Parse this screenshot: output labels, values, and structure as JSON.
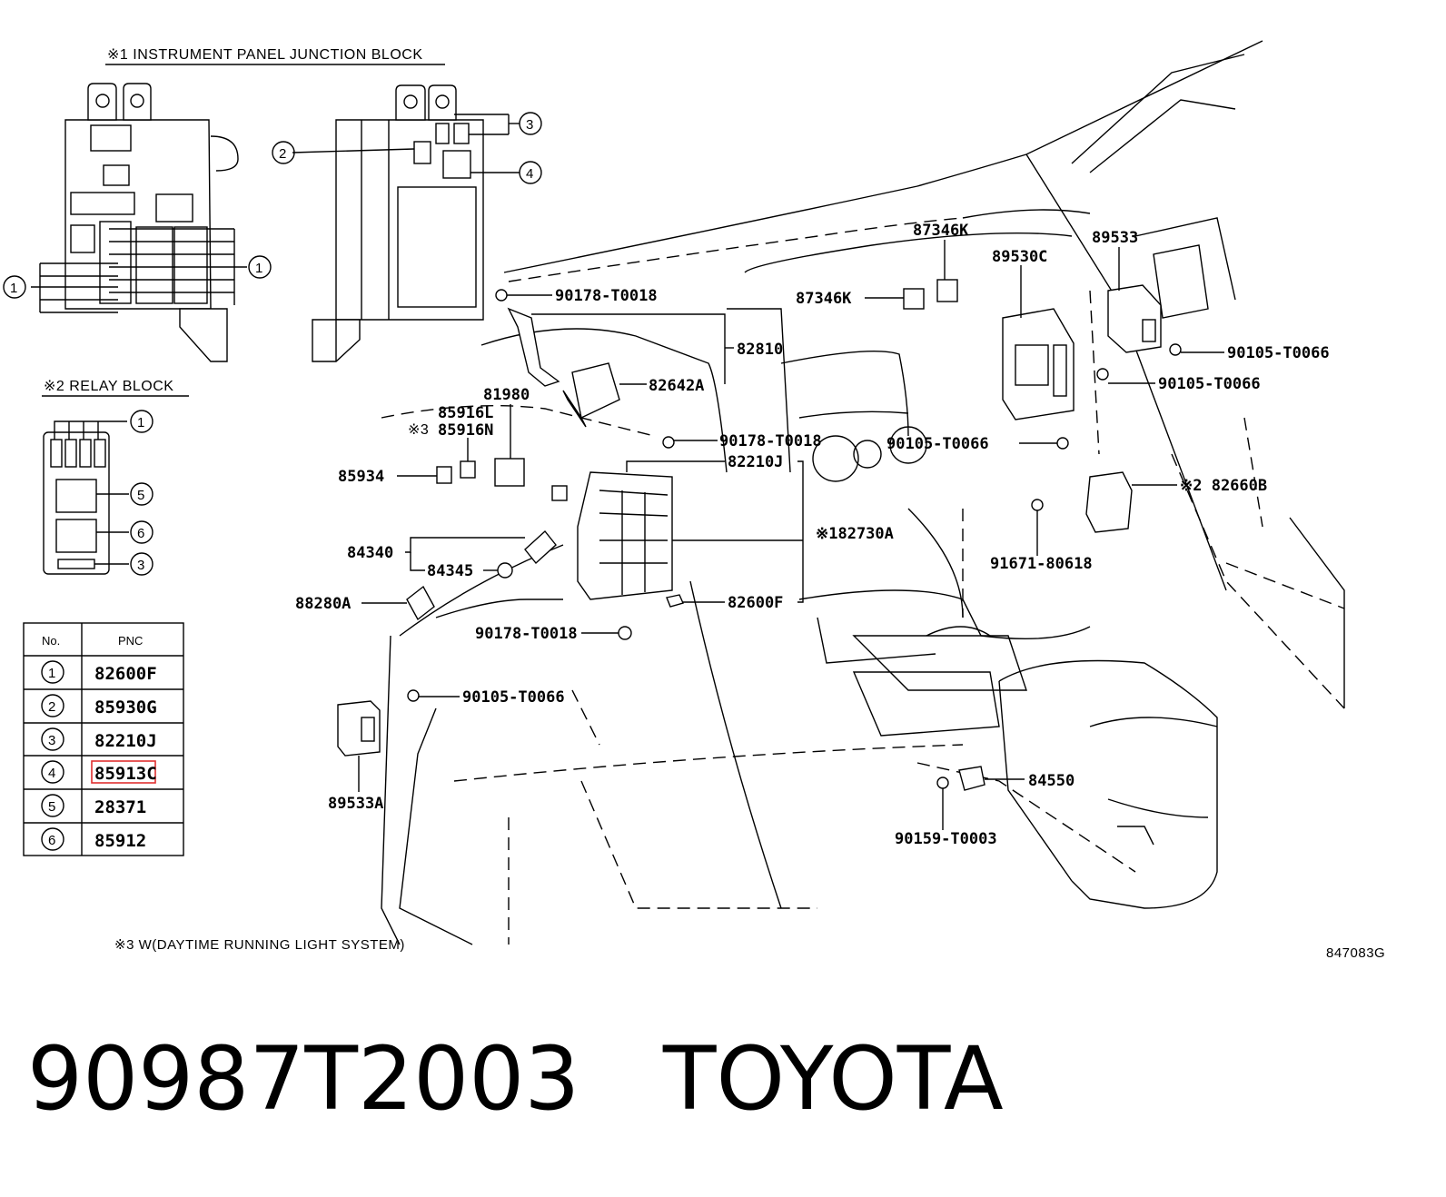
{
  "headings": {
    "junction_block": "※1 INSTRUMENT PANEL JUNCTION BLOCK",
    "relay_block": "※2 RELAY BLOCK",
    "note3": "※3 W(DAYTIME RUNNING LIGHT SYSTEM)",
    "drawing_no": "847083G"
  },
  "callouts": {
    "c1": "1",
    "c2": "2",
    "c3": "3",
    "c4": "4",
    "c5": "5",
    "c6": "6"
  },
  "labels": {
    "l90178_a": "90178-T0018",
    "l82810": "82810",
    "l82642A": "82642A",
    "l81980": "81980",
    "l85916L": "85916L",
    "l85916N": "85916N",
    "l85934": "85934",
    "l90178_b": "90178-T0018",
    "l82210J": "82210J",
    "l82730A": "※182730A",
    "l84340": "84340",
    "l84345": "84345",
    "l82600F": "82600F",
    "l88280A": "88280A",
    "l90178_c": "90178-T0018",
    "l90105_a": "90105-T0066",
    "l89533A": "89533A",
    "l87346K_a": "87346K",
    "l87346K_b": "87346K",
    "l89530C": "89530C",
    "l89533": "89533",
    "l90105_b": "90105-T0066",
    "l90105_c": "90105-T0066",
    "l90105_d": "90105-T0066",
    "l82660B": "※2 82660B",
    "l91671": "91671-80618",
    "l84550": "84550",
    "l90159": "90159-T0003",
    "l3mark": "※3"
  },
  "table": {
    "head_no": "No.",
    "head_pnc": "PNC",
    "rows": [
      {
        "no": "1",
        "pnc": "82600F"
      },
      {
        "no": "2",
        "pnc": "85930G"
      },
      {
        "no": "3",
        "pnc": "82210J"
      },
      {
        "no": "4",
        "pnc": "85913C"
      },
      {
        "no": "5",
        "pnc": "28371"
      },
      {
        "no": "6",
        "pnc": "85912"
      }
    ]
  },
  "footer": {
    "part_number": "90987T2003",
    "brand": "TOYOTA"
  },
  "colors": {
    "highlight": "#e03030"
  }
}
